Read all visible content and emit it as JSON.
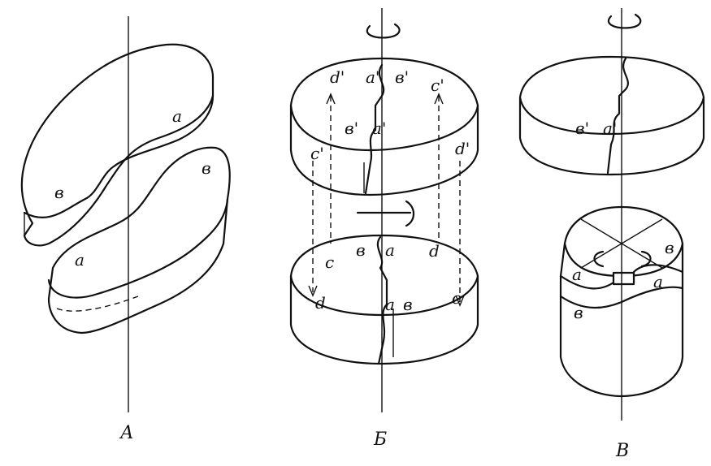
{
  "panels": {
    "A": {
      "caption": "А",
      "labels": {
        "top_a": "a",
        "top_b": "в",
        "bot_b": "в",
        "bot_a": "a"
      }
    },
    "B": {
      "caption": "Б",
      "labels": {
        "top_d1": "d'",
        "top_a1": "a'",
        "top_b1": "в'",
        "top_c1": "c'",
        "top_b1_low": "в'",
        "top_a1_low": "a'",
        "top_c1_left": "c'",
        "top_d1_right": "d'",
        "bot_b": "в",
        "bot_a": "a",
        "bot_c": "c",
        "bot_d": "d",
        "bot_d_low": "d",
        "bot_a_low": "a",
        "bot_b_low": "в",
        "bot_c_low": "c"
      }
    },
    "C": {
      "caption": "В",
      "labels": {
        "top_b1": "в'",
        "top_a1": "a'",
        "bot_a_left": "a",
        "bot_b_right": "в",
        "bot_a_right": "a",
        "bot_b_left": "в"
      }
    }
  }
}
